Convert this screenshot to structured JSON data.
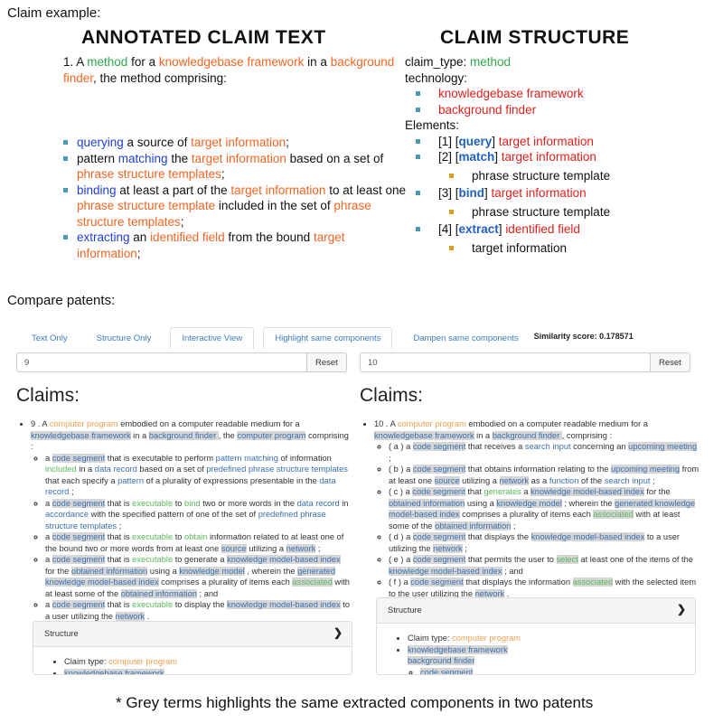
{
  "example_label": "Claim example:",
  "annot_title": "ANNOTATED CLAIM TEXT",
  "struct_title": "CLAIM STRUCTURE",
  "annot": {
    "intro": [
      [
        "t",
        "1. A "
      ],
      [
        "g",
        "method"
      ],
      [
        "t",
        " for a "
      ],
      [
        "o",
        "knowledgebase framework"
      ],
      [
        "t",
        " in a "
      ],
      [
        "o",
        "background finder"
      ],
      [
        "t",
        ", the method comprising:"
      ]
    ],
    "steps": [
      [
        [
          "b",
          "querying"
        ],
        [
          "t",
          " a source of "
        ],
        [
          "o",
          "target information"
        ],
        [
          "t",
          ";"
        ]
      ],
      [
        [
          "t",
          "pattern "
        ],
        [
          "b",
          "matching"
        ],
        [
          "t",
          " the "
        ],
        [
          "o",
          "target information"
        ],
        [
          "t",
          " based on a set of "
        ],
        [
          "o",
          "phrase structure templates"
        ],
        [
          "t",
          ";"
        ]
      ],
      [
        [
          "b",
          "binding"
        ],
        [
          "t",
          " at least a part of the "
        ],
        [
          "o",
          "target information"
        ],
        [
          "t",
          " to at least one "
        ],
        [
          "o",
          "phrase structure template"
        ],
        [
          "t",
          " included in the set of "
        ],
        [
          "o",
          "phrase structure templates"
        ],
        [
          "t",
          ";"
        ]
      ],
      [
        [
          "b",
          "extracting"
        ],
        [
          "t",
          " an "
        ],
        [
          "o",
          "identified field"
        ],
        [
          "t",
          " from the bound "
        ],
        [
          "o",
          "target information"
        ],
        [
          "t",
          ";"
        ]
      ]
    ]
  },
  "structure": {
    "claim_type_label": "claim_type: ",
    "claim_type": "method",
    "technology_label": "technology:",
    "technology": [
      "knowledgebase framework",
      "background finder"
    ],
    "elements_label": "Elements:",
    "elements": [
      {
        "num": "[1] [",
        "verb": "query",
        "close": "] ",
        "obj": "target information",
        "sub": ""
      },
      {
        "num": "[2] [",
        "verb": "match",
        "close": "] ",
        "obj": "target information",
        "sub": "phrase structure template"
      },
      {
        "num": "[3] [",
        "verb": "bind",
        "close": "] ",
        "obj": "target information",
        "sub": "phrase structure template"
      },
      {
        "num": "[4] [",
        "verb": "extract",
        "close": "] ",
        "obj": "identified field",
        "sub": "target information"
      }
    ]
  },
  "compare_label": "Compare patents:",
  "tabs": [
    "Text Only",
    "Structure Only",
    "Interactive View",
    "Highlight same components",
    "Dampen same components"
  ],
  "similarity": "Similarity score: 0.178571",
  "left": {
    "input": "9",
    "reset": "Reset",
    "heading": "Claims:",
    "main": [
      [
        "t",
        "9 . A "
      ],
      [
        "o",
        "computer program"
      ],
      [
        "t",
        " embodied on a computer readable medium for a "
      ],
      [
        "h",
        "knowledgebase framework"
      ],
      [
        "t",
        " in a "
      ],
      [
        "h",
        "background finder "
      ],
      [
        "t",
        ", the "
      ],
      [
        "h",
        "computer program"
      ],
      [
        "t",
        " comprising :"
      ]
    ],
    "subs": [
      [
        [
          "t",
          "a "
        ],
        [
          "h",
          "code segment"
        ],
        [
          "t",
          " that is executable to perform "
        ],
        [
          "b",
          "pattern matching"
        ],
        [
          "t",
          " of information "
        ],
        [
          "g",
          "included"
        ],
        [
          "t",
          " in a "
        ],
        [
          "b",
          "data record"
        ],
        [
          "t",
          " based on a set of "
        ],
        [
          "b",
          "predefined phrase structure templates"
        ],
        [
          "t",
          " that each specify a "
        ],
        [
          "b",
          "pattern"
        ],
        [
          "t",
          " of a plurality of expressions presentable in the "
        ],
        [
          "b",
          "data record"
        ],
        [
          "t",
          " ;"
        ]
      ],
      [
        [
          "t",
          "a "
        ],
        [
          "h",
          "code segment"
        ],
        [
          "t",
          " that is "
        ],
        [
          "g",
          "executable"
        ],
        [
          "t",
          " to "
        ],
        [
          "g",
          "bind"
        ],
        [
          "t",
          " two or more words in the "
        ],
        [
          "b",
          "data record"
        ],
        [
          "t",
          " in "
        ],
        [
          "b",
          "accordance"
        ],
        [
          "t",
          " with the specified pattern of one of the set of "
        ],
        [
          "b",
          "predefined phrase structure templates"
        ],
        [
          "t",
          " ;"
        ]
      ],
      [
        [
          "t",
          "a "
        ],
        [
          "h",
          "code segment"
        ],
        [
          "t",
          " that is "
        ],
        [
          "g",
          "executable"
        ],
        [
          "t",
          " to "
        ],
        [
          "g",
          "obtain"
        ],
        [
          "t",
          " information related to at least one of the bound two or more words from at least one "
        ],
        [
          "h",
          "source"
        ],
        [
          "t",
          " utilizing a "
        ],
        [
          "h",
          "network"
        ],
        [
          "t",
          " ;"
        ]
      ],
      [
        [
          "t",
          "a "
        ],
        [
          "h",
          "code segment"
        ],
        [
          "t",
          " that is "
        ],
        [
          "g",
          "executable"
        ],
        [
          "t",
          " to generate a "
        ],
        [
          "h",
          "knowledge model-based index"
        ],
        [
          "t",
          " for the "
        ],
        [
          "h",
          "obtained information"
        ],
        [
          "t",
          " using a "
        ],
        [
          "h",
          "knowledge model"
        ],
        [
          "t",
          " , wherein the "
        ],
        [
          "h",
          "generated knowledge model-based index"
        ],
        [
          "t",
          " comprises a plurality of items each "
        ],
        [
          "hg",
          "associated"
        ],
        [
          "t",
          " with at least some of the "
        ],
        [
          "h",
          "obtained information"
        ],
        [
          "t",
          " ; and"
        ]
      ],
      [
        [
          "t",
          "a "
        ],
        [
          "h",
          "code segment"
        ],
        [
          "t",
          " that is "
        ],
        [
          "g",
          "executable"
        ],
        [
          "t",
          " to display the "
        ],
        [
          "h",
          "knowledge model-based index"
        ],
        [
          "t",
          " to a user utilizing the "
        ],
        [
          "h",
          "network"
        ],
        [
          "t",
          " ."
        ]
      ]
    ],
    "panel_title": "Structure",
    "claim_type_label": "Claim type: ",
    "claim_type": "computer program",
    "items": [
      "knowledgebase framework"
    ],
    "nested": []
  },
  "right": {
    "input": "10",
    "reset": "Reset",
    "heading": "Claims:",
    "main": [
      [
        "t",
        "10 . A "
      ],
      [
        "o",
        "computer program"
      ],
      [
        "t",
        " embodied on a computer readable medium for a "
      ],
      [
        "h",
        "knowledgebase framework"
      ],
      [
        "t",
        " in a "
      ],
      [
        "h",
        "background finder "
      ],
      [
        "t",
        ", comprising :"
      ]
    ],
    "subs": [
      [
        [
          "t",
          "( a ) a "
        ],
        [
          "h",
          "code segment"
        ],
        [
          "t",
          " that receives a "
        ],
        [
          "b",
          "search input"
        ],
        [
          "t",
          " concerning an "
        ],
        [
          "h",
          "upcoming meeting"
        ],
        [
          "t",
          " ;"
        ]
      ],
      [
        [
          "t",
          "( b ) a "
        ],
        [
          "h",
          "code segment"
        ],
        [
          "t",
          " that obtains information relating to the "
        ],
        [
          "h",
          "upcoming meeting"
        ],
        [
          "t",
          " from at least one "
        ],
        [
          "h",
          "source"
        ],
        [
          "t",
          " utilizing a "
        ],
        [
          "h",
          "network"
        ],
        [
          "t",
          " as a "
        ],
        [
          "b",
          "function"
        ],
        [
          "t",
          " of the "
        ],
        [
          "b",
          "search input"
        ],
        [
          "t",
          " ;"
        ]
      ],
      [
        [
          "t",
          "( c ) a "
        ],
        [
          "h",
          "code segment"
        ],
        [
          "t",
          " that "
        ],
        [
          "g",
          "generates"
        ],
        [
          "t",
          " a "
        ],
        [
          "h",
          "knowledge model-based index"
        ],
        [
          "t",
          " for the "
        ],
        [
          "h",
          "obtained information"
        ],
        [
          "t",
          " using a "
        ],
        [
          "h",
          "knowledge model"
        ],
        [
          "t",
          " ; wherein the "
        ],
        [
          "h",
          "generated knowledge model-based index"
        ],
        [
          "t",
          " comprises a plurality of items each "
        ],
        [
          "hg",
          "associated"
        ],
        [
          "t",
          " with at least some of the "
        ],
        [
          "h",
          "obtained information"
        ],
        [
          "t",
          " ;"
        ]
      ],
      [
        [
          "t",
          "( d ) a "
        ],
        [
          "h",
          "code segment"
        ],
        [
          "t",
          " that displays the "
        ],
        [
          "h",
          "knowledge model-based index"
        ],
        [
          "t",
          " to a user utilizing the "
        ],
        [
          "h",
          "network"
        ],
        [
          "t",
          " ;"
        ]
      ],
      [
        [
          "t",
          "( e ) a "
        ],
        [
          "h",
          "code segment"
        ],
        [
          "t",
          " that permits the user to "
        ],
        [
          "hg",
          "select"
        ],
        [
          "t",
          " at least one of the items of the "
        ],
        [
          "h",
          "knowledge model-based index"
        ],
        [
          "t",
          " ; and"
        ]
      ],
      [
        [
          "t",
          "( f ) a "
        ],
        [
          "h",
          "code segment"
        ],
        [
          "t",
          " that displays the information "
        ],
        [
          "hg",
          "associated"
        ],
        [
          "t",
          " with the selected item to the user utilizing the "
        ],
        [
          "h",
          "network"
        ],
        [
          "t",
          " ."
        ]
      ]
    ],
    "panel_title": "Structure",
    "claim_type_label": "Claim type: ",
    "claim_type": "computer program",
    "items": [
      "knowledgebase framework",
      "background finder"
    ],
    "nested": [
      "code segment"
    ]
  },
  "footnote": "* Grey terms highlights the same extracted components in two patents"
}
